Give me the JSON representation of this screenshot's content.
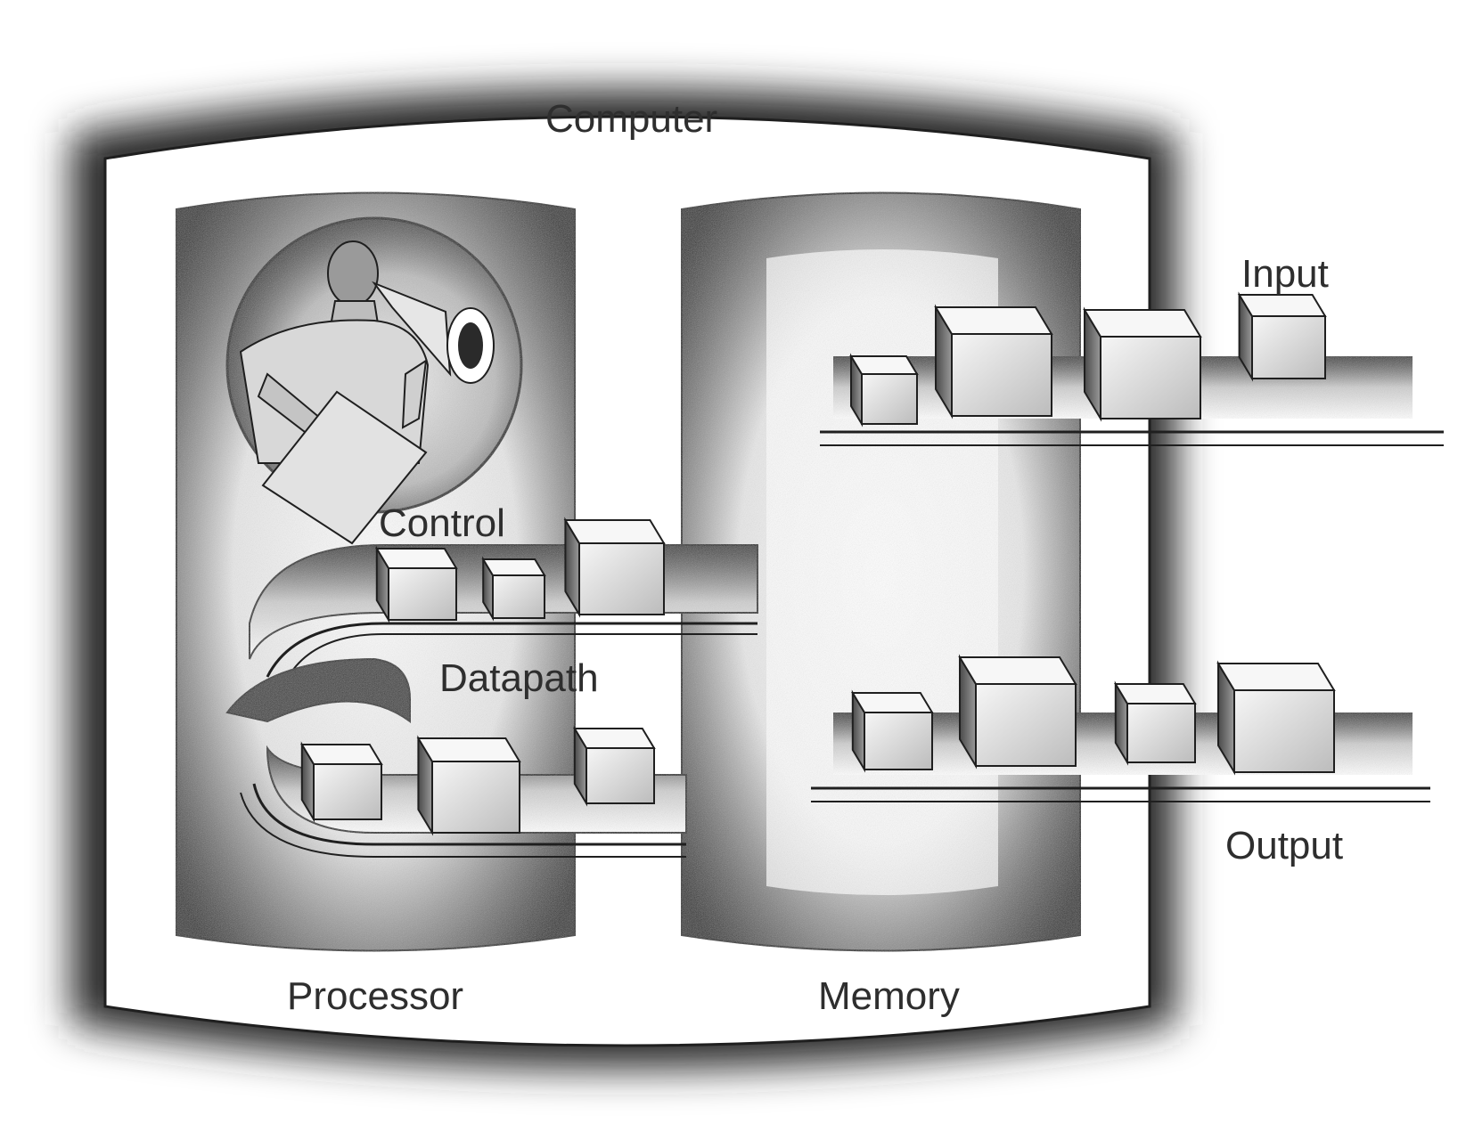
{
  "labels": {
    "computer": "Computer",
    "control": "Control",
    "datapath": "Datapath",
    "processor": "Processor",
    "memory": "Memory",
    "input": "Input",
    "output": "Output"
  },
  "colors": {
    "background": "#ffffff",
    "ink": "#1f1f1f",
    "shade_dark": "#3a3a3a",
    "shade_mid": "#8a8a8a",
    "paper_light": "#f4f4f4",
    "text": "#2e2e2e"
  },
  "icons": [
    "person-with-megaphone-icon",
    "paper-sheet-icon",
    "data-block-icon"
  ]
}
